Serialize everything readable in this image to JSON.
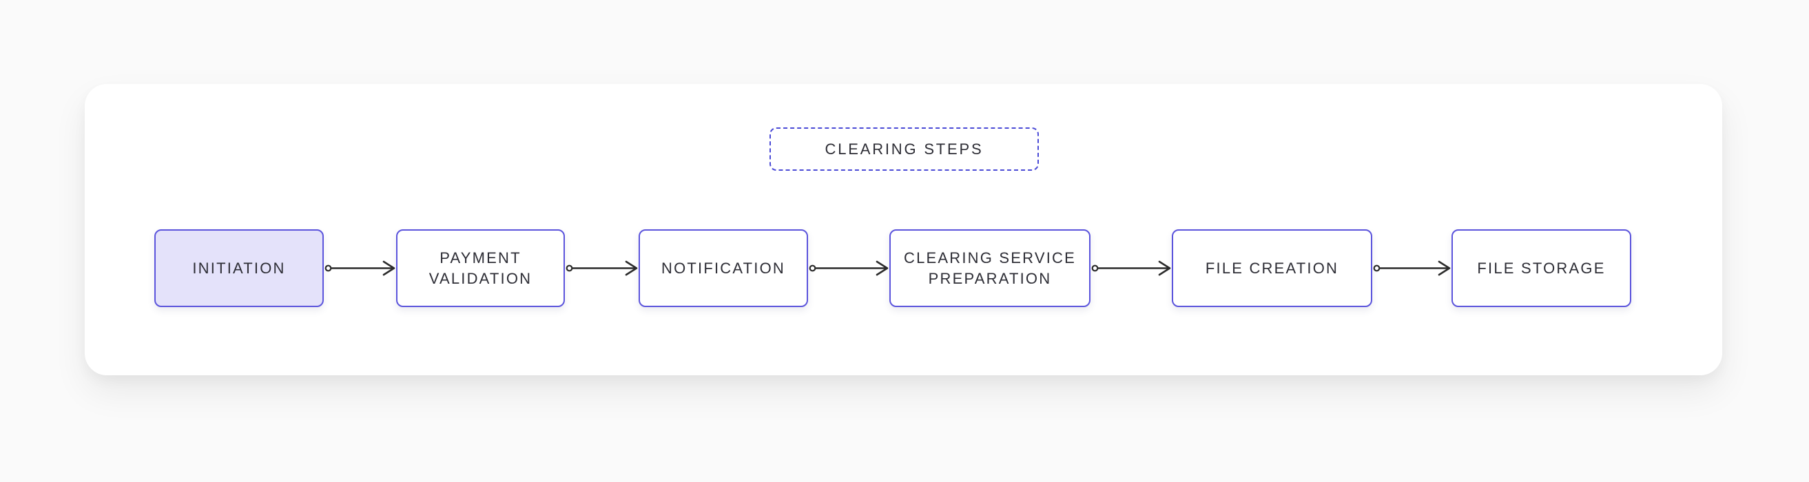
{
  "page": {
    "background_color": "#fafafa",
    "card_background_color": "#ffffff"
  },
  "diagram": {
    "title": {
      "label": "CLEARING STEPS"
    },
    "nodes": [
      {
        "label": "INITIATION",
        "state": "highlighted"
      },
      {
        "label": "PAYMENT VALIDATION",
        "state": "default"
      },
      {
        "label": "NOTIFICATION",
        "state": "default"
      },
      {
        "label": "CLEARING SERVICE PREPARATION",
        "state": "default"
      },
      {
        "label": "FILE CREATION",
        "state": "default"
      },
      {
        "label": "FILE STORAGE",
        "state": "default"
      }
    ],
    "connections": [
      {
        "from": "INITIATION",
        "to": "PAYMENT VALIDATION"
      },
      {
        "from": "PAYMENT VALIDATION",
        "to": "NOTIFICATION"
      },
      {
        "from": "NOTIFICATION",
        "to": "CLEARING SERVICE PREPARATION"
      },
      {
        "from": "CLEARING SERVICE PREPARATION",
        "to": "FILE CREATION"
      },
      {
        "from": "FILE CREATION",
        "to": "FILE STORAGE"
      }
    ],
    "colors": {
      "node_border": "#5b54dc",
      "node_fill": "#ffffff",
      "highlighted_node_fill": "#e4e2fa",
      "title_border": "#4a4ad6",
      "edge": "#2b2b2b",
      "text": "#2d2d35"
    }
  }
}
